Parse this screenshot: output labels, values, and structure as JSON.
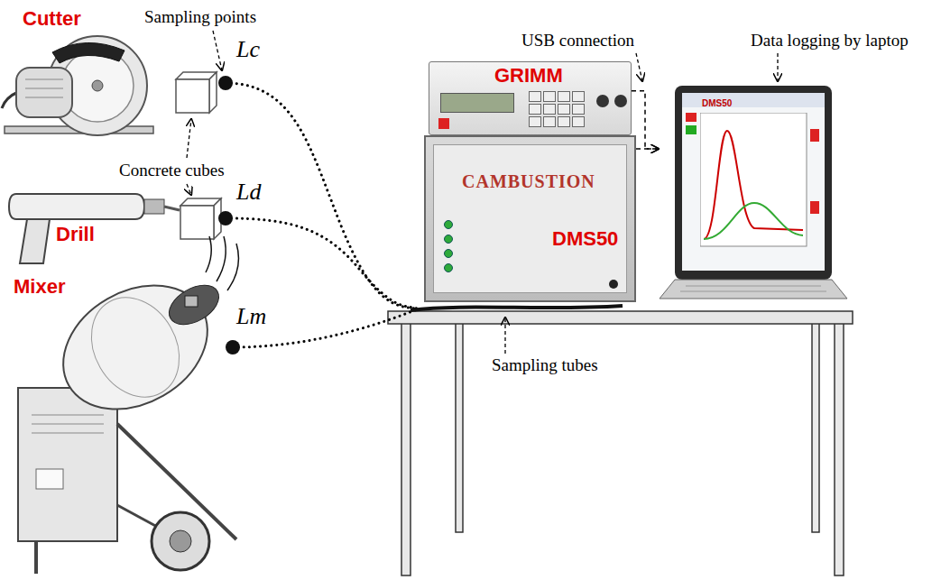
{
  "diagram": {
    "nodes": [
      {
        "text": [
          "GRIMM"
        ]
      },
      {
        "text": [
          "CAMBUSTION",
          "DMS50"
        ]
      },
      {
        "text": [
          "DMS50"
        ]
      }
    ],
    "edges": [
      {
        "from": 0,
        "to": 2,
        "arrow": "to"
      },
      {
        "from": 1,
        "to": 2,
        "arrow": "to"
      }
    ],
    "labels": [
      "Cutter",
      "Sampling points",
      "Lc",
      "USB connection",
      "Data logging by laptop",
      "Concrete cubes",
      "Drill",
      "Ld",
      "Lm",
      "Mixer",
      "Sampling tubes"
    ]
  }
}
